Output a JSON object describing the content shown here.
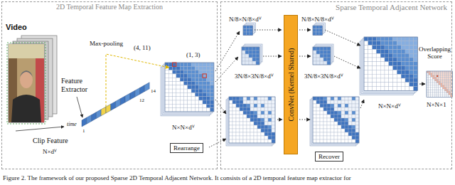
{
  "diagram": {
    "caption": "Figure 2. The framework of our proposed Sparse 2D Temporal Adjacent Network. It consists of a 2D temporal feature map extractor for",
    "nodes": [
      {
        "text": [
          "2D Temporal Feature Map Extraction"
        ]
      },
      {
        "text": [
          "Sparse Temporal Adjacent Network"
        ]
      },
      {
        "text": [
          "Rearrange"
        ],
        "in": 0
      },
      {
        "text": [
          "ConvNet (Kernel Shared)"
        ],
        "in": 1
      },
      {
        "text": [
          "Recover"
        ],
        "in": 1
      }
    ],
    "labels": [
      "Video",
      "time",
      "Feature Extractor",
      "Max-pooling",
      "(4, 11)",
      "(1, 3)",
      "Clip Feature",
      "N×dⱽ",
      "1",
      "12",
      "14",
      "N×N×dⱽ",
      "N/8×N/8×dⱽ",
      "N/8×N/8×dⱽ",
      "3N/8×3N/8×dⱽ",
      "3N/8×3N/8×dⱽ",
      "N×N×dⱽ",
      "Overlapping Score",
      "N×N×1"
    ]
  }
}
